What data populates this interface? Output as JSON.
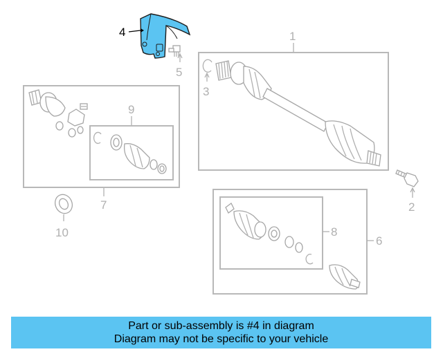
{
  "callouts": {
    "c1": "1",
    "c2": "2",
    "c3": "3",
    "c4": "4",
    "c5": "5",
    "c6": "6",
    "c7": "7",
    "c8": "8",
    "c9": "9",
    "c10": "10"
  },
  "banner": {
    "line1": "Part or sub-assembly is #4 in diagram",
    "line2": "Diagram may not be specific to your vehicle"
  },
  "colors": {
    "highlight": "#5bc4f2",
    "outline": "#b0b0b0"
  }
}
